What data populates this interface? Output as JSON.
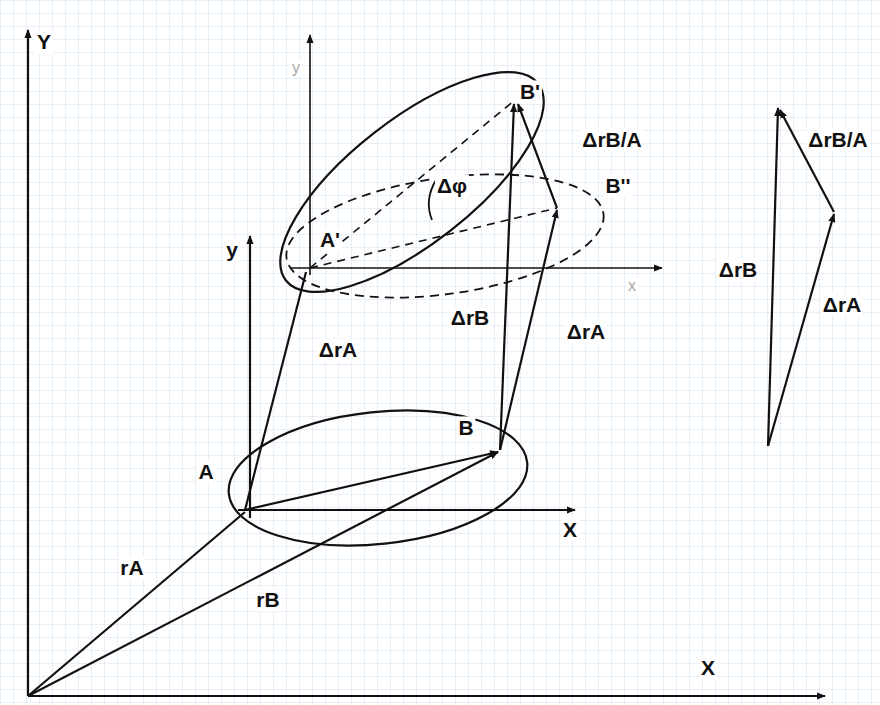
{
  "diagram": {
    "labels": [
      "Y",
      "y",
      "B'",
      "ΔrB/A",
      "ΔrB/A",
      "Δφ",
      "B''",
      "A'",
      "y",
      "ΔrB",
      "x",
      "ΔrA",
      "ΔrB",
      "ΔrA",
      "ΔrA",
      "B",
      "A",
      "X",
      "rA",
      "rB",
      "X"
    ]
  }
}
